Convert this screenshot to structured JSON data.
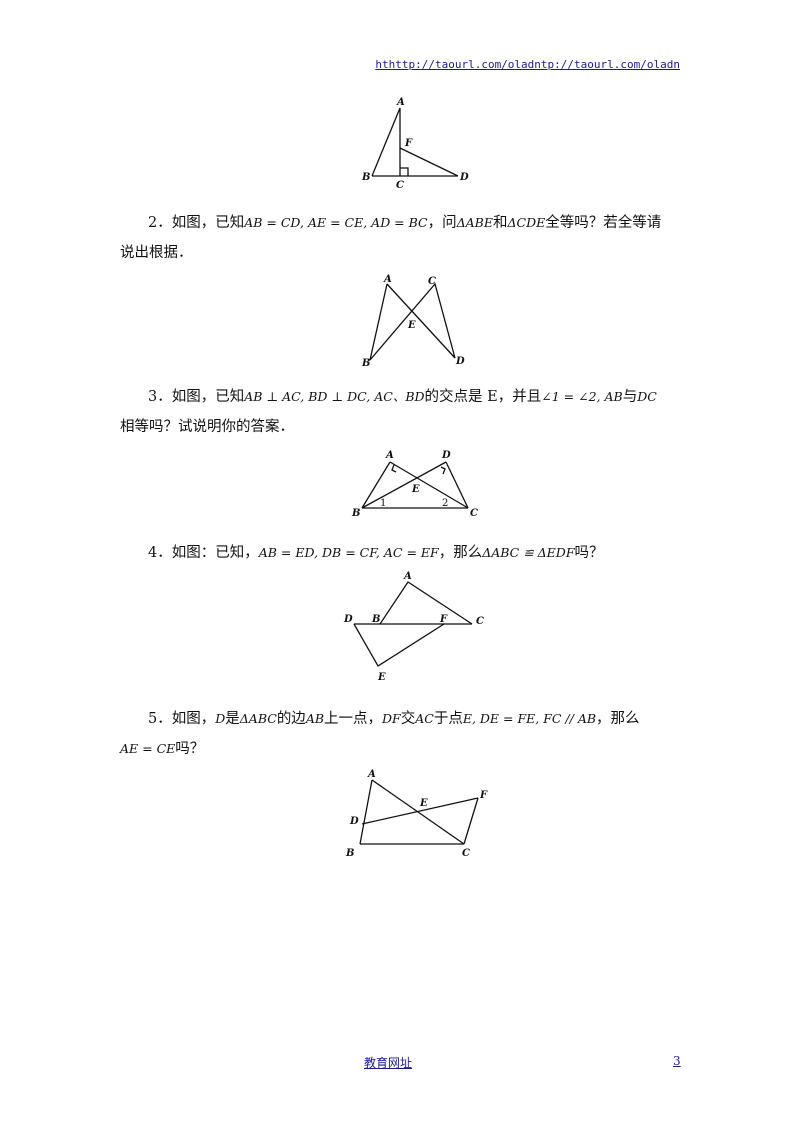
{
  "header": {
    "url": "hthttp://taourl.com/oladntp://taourl.com/oladn"
  },
  "figures": {
    "fig1": {
      "labels": [
        "A",
        "F",
        "B",
        "C",
        "D"
      ]
    },
    "fig2": {
      "labels": [
        "A",
        "C",
        "E",
        "B",
        "D"
      ]
    },
    "fig3": {
      "labels": [
        "A",
        "D",
        "E",
        "B",
        "C",
        "1",
        "2"
      ]
    },
    "fig4": {
      "labels": [
        "A",
        "D",
        "B",
        "F",
        "C",
        "E"
      ]
    },
    "fig5": {
      "labels": [
        "A",
        "F",
        "E",
        "D",
        "B",
        "C"
      ]
    }
  },
  "problems": [
    {
      "number": "2",
      "line1_pre": "．如图，已知",
      "line1_math": "AB = CD, AE = CE, AD = BC",
      "line1_mid": "，问",
      "line1_math2": "ΔABE",
      "line1_and": "和",
      "line1_math3": "ΔCDE",
      "line1_post": "全等吗？若全等请",
      "line2": "说出根据．"
    },
    {
      "number": "3",
      "line1_pre": "．如图，已知",
      "line1_math": "AB ⊥ AC, BD ⊥ DC, AC、BD",
      "line1_mid": "的交点是 E，并且",
      "line1_math2": "∠1 = ∠2, AB",
      "line1_and": "与",
      "line1_math3": "DC",
      "line2": "相等吗？试说明你的答案．"
    },
    {
      "number": "4",
      "line1_pre": "．如图：已知，",
      "line1_math": "AB = ED, DB = CF, AC = EF",
      "line1_mid": "，那么",
      "line1_math2": "ΔABC ≌ ΔEDF",
      "line1_post": "吗？"
    },
    {
      "number": "5",
      "line1_pre": "．如图，",
      "line1_math_d": "D",
      "line1_is": "是",
      "line1_math_abc": "ΔABC",
      "line1_side": "的边",
      "line1_math_ab": "AB",
      "line1_point": "上一点，",
      "line1_math_df": "DF",
      "line1_cross": "交",
      "line1_math_ac": "AC",
      "line1_at": "于点",
      "line1_math": "E, DE = FE, FC // AB",
      "line1_post": "，那么",
      "line2_math": "AE = CE",
      "line2_post": "吗？"
    }
  ],
  "footer": {
    "link": "教育网址",
    "page": "3"
  }
}
